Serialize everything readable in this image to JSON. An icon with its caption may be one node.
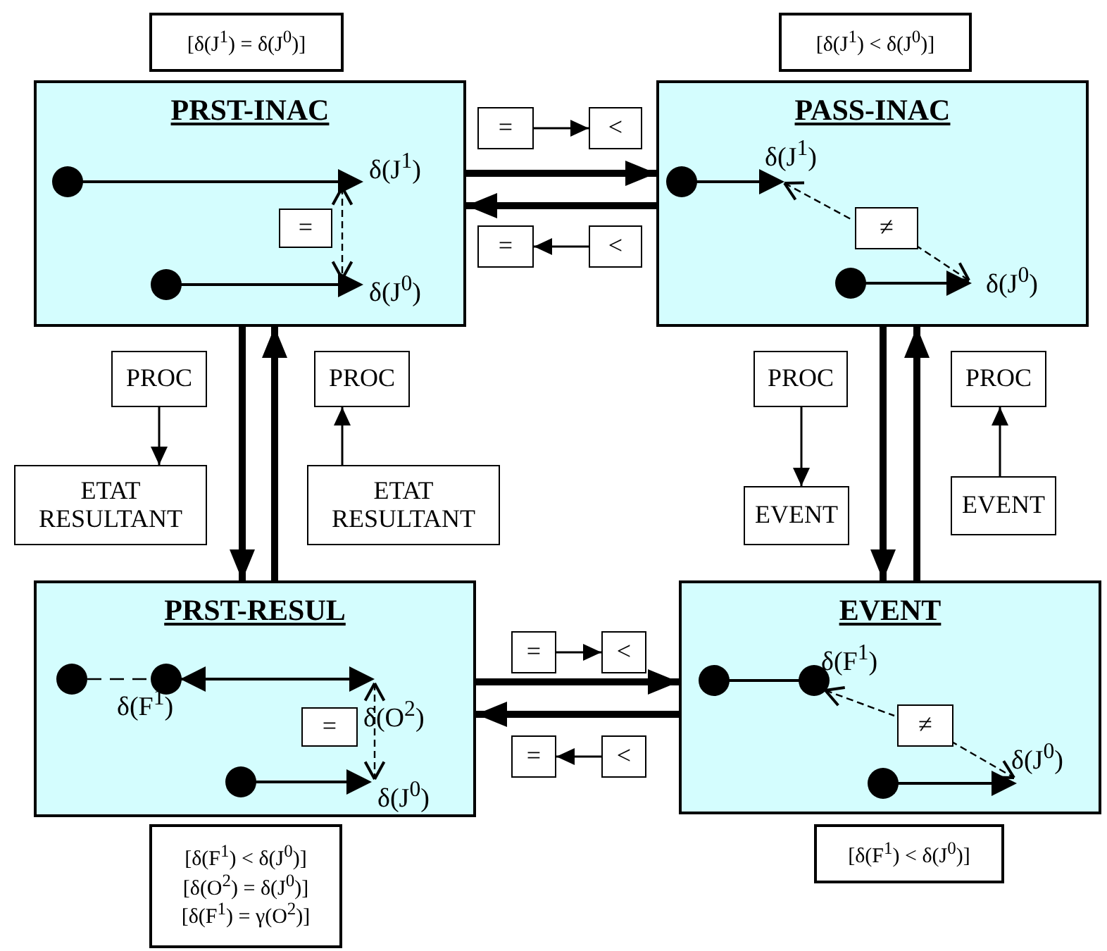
{
  "diagram": {
    "nodes": [
      {
        "text": [
          "PRST-INAC"
        ]
      },
      {
        "text": [
          "PASS-INAC"
        ]
      },
      {
        "text": [
          "PRST-RESUL"
        ]
      },
      {
        "text": [
          "EVENT"
        ]
      },
      {
        "text": [
          "[δ(J$^{1}$) = δ(J$^{0}$)]"
        ]
      },
      {
        "text": [
          "[δ(J$^{1}$) < δ(J$^{0}$)]"
        ]
      },
      {
        "text": [
          "[δ(F$^{1}$) < δ(J$^{0}$)]",
          "[δ(O$^{2}$) = δ(J$^{0}$)]",
          "[δ(F$^{1}$) = γ(O$^{2}$)]"
        ]
      },
      {
        "text": [
          "[δ(F$^{1}$) < δ(J$^{0}$)]"
        ]
      },
      {
        "text": [
          "="
        ]
      },
      {
        "text": [
          "<"
        ]
      },
      {
        "text": [
          "="
        ]
      },
      {
        "text": [
          "<"
        ]
      },
      {
        "text": [
          "="
        ]
      },
      {
        "text": [
          "<"
        ]
      },
      {
        "text": [
          "="
        ]
      },
      {
        "text": [
          "<"
        ]
      },
      {
        "text": [
          "PROC"
        ]
      },
      {
        "text": [
          "ETAT RESULTANT"
        ]
      },
      {
        "text": [
          "PROC"
        ]
      },
      {
        "text": [
          "ETAT RESULTANT"
        ]
      },
      {
        "text": [
          "PROC"
        ]
      },
      {
        "text": [
          "EVENT"
        ]
      },
      {
        "text": [
          "PROC"
        ]
      },
      {
        "text": [
          "EVENT"
        ]
      },
      {
        "text": [
          "="
        ],
        "in": 0
      },
      {
        "text": [
          "≠"
        ],
        "in": 1
      },
      {
        "text": [
          "="
        ],
        "in": 2
      },
      {
        "text": [
          "≠"
        ],
        "in": 3
      }
    ],
    "edges": [
      {
        "from": 0,
        "to": 1,
        "arrow": "to",
        "style": "thick"
      },
      {
        "from": 1,
        "to": 0,
        "arrow": "to",
        "style": "thick"
      },
      {
        "from": 0,
        "to": 2,
        "arrow": "to",
        "style": "thick"
      },
      {
        "from": 2,
        "to": 0,
        "arrow": "to",
        "style": "thick"
      },
      {
        "from": 1,
        "to": 3,
        "arrow": "to",
        "style": "thick"
      },
      {
        "from": 3,
        "to": 1,
        "arrow": "to",
        "style": "thick"
      },
      {
        "from": 2,
        "to": 3,
        "arrow": "to",
        "style": "thick"
      },
      {
        "from": 3,
        "to": 2,
        "arrow": "to",
        "style": "thick"
      },
      {
        "from": 8,
        "to": 9,
        "arrow": "to"
      },
      {
        "from": 11,
        "to": 10,
        "arrow": "to"
      },
      {
        "from": 12,
        "to": 13,
        "arrow": "to"
      },
      {
        "from": 15,
        "to": 14,
        "arrow": "to"
      },
      {
        "from": 16,
        "to": 17,
        "arrow": "to"
      },
      {
        "from": 19,
        "to": 18,
        "arrow": "to"
      },
      {
        "from": 20,
        "to": 21,
        "arrow": "to"
      },
      {
        "from": 23,
        "to": 22,
        "arrow": "to"
      }
    ],
    "labels": [
      "δ(J$^{1}$)",
      "δ(J$^{0}$)",
      "δ(J$^{1}$)",
      "δ(J$^{0}$)",
      "δ(F$^{1}$)",
      "δ(O$^{2}$)",
      "δ(J$^{0}$)",
      "δ(F$^{1}$)",
      "δ(J$^{0}$)"
    ]
  }
}
